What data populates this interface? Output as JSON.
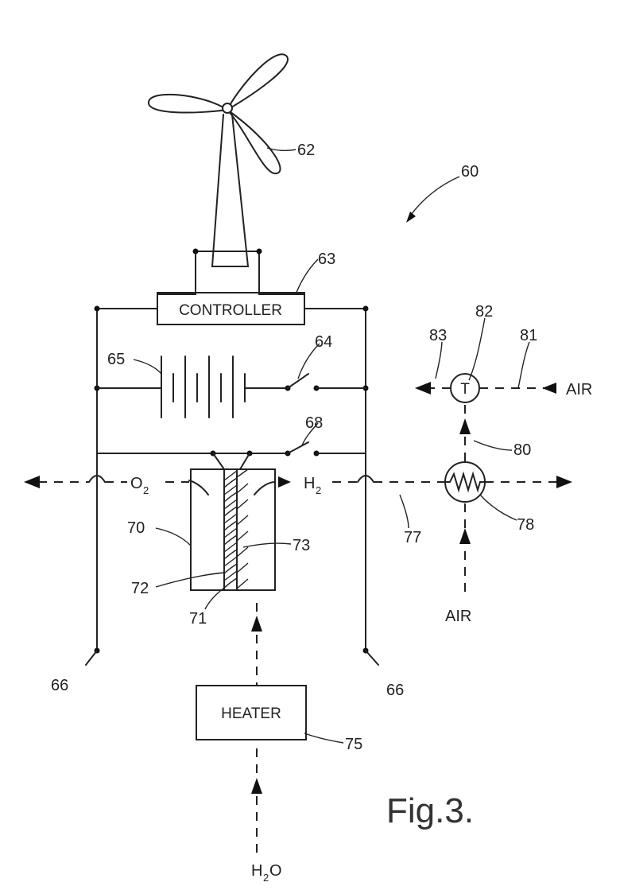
{
  "figure": {
    "title": "Fig.3."
  },
  "labels": {
    "system": "60",
    "turbine": "62",
    "controller_ref": "63",
    "switch_ref": "64",
    "battery_ref": "65",
    "terminal_left": "66",
    "terminal_right": "66",
    "switch2_ref": "68",
    "cell_ref": "70",
    "membrane_ref": "71",
    "electrode_left_ref": "72",
    "electrode_right_ref": "73",
    "heater_ref": "75",
    "pipe_ref": "77",
    "exchanger_ref": "78",
    "duct_ref": "80",
    "air_in_ref": "81",
    "turbine_t_ref": "82",
    "exhaust_ref": "83"
  },
  "boxes": {
    "controller": "CONTROLLER",
    "heater": "HEATER",
    "turbine_symbol": "T"
  },
  "flows": {
    "oxygen": "O",
    "oxygen_sub": "2",
    "hydrogen": "H",
    "hydrogen_sub": "2",
    "air_top": "AIR",
    "air_bottom": "AIR",
    "water": "H",
    "water_sub": "2",
    "water_tail": "O"
  }
}
